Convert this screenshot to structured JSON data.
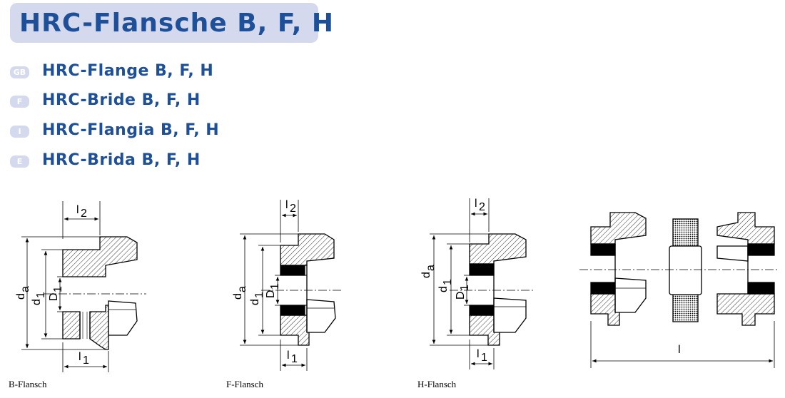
{
  "title": "HRC-Flansche B, F, H",
  "languages": [
    {
      "code": "GB",
      "label": "HRC-Flange B, F, H"
    },
    {
      "code": "F",
      "label": "HRC-Bride B, F, H"
    },
    {
      "code": "I",
      "label": "HRC-Flangia B, F, H"
    },
    {
      "code": "E",
      "label": "HRC-Brida B, F, H"
    }
  ],
  "captions": {
    "b": "B-Flansch",
    "f": "F-Flansch",
    "h": "H-Flansch"
  },
  "dimensions": {
    "l2": "l",
    "l2_sub": "2",
    "l1": "l",
    "l1_sub": "1",
    "da": "d",
    "da_sub": "a",
    "d1": "d",
    "d1_sub": "1",
    "D1": "D",
    "D1_sub": "1",
    "l": "l"
  },
  "colors": {
    "accent": "#1e4f99",
    "badge": "#d5d9ee"
  }
}
